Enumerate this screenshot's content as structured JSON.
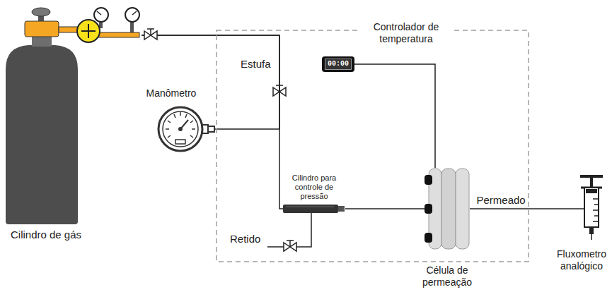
{
  "diagram": {
    "nodes": [
      {
        "text": [
          "Estufa"
        ]
      },
      {
        "text": [
          "Controlador de temperatura",
          "00:00"
        ],
        "in": 0
      },
      {
        "text": [
          "Cilindro para controle de pressão"
        ],
        "in": 0
      },
      {
        "text": [
          "Célula de permeação"
        ],
        "in": 0
      },
      {
        "text": [
          "Cilindro de gás"
        ]
      },
      {
        "text": [
          "Manômetro"
        ]
      },
      {
        "text": [
          "Fluxometro analógico"
        ]
      }
    ],
    "edges": [
      {
        "from": 4,
        "to": 5,
        "arrow": "none"
      },
      {
        "from": 4,
        "to": 2,
        "arrow": "none"
      },
      {
        "from": 2,
        "to": 3,
        "arrow": "none"
      },
      {
        "from": 1,
        "to": 3,
        "arrow": "none"
      },
      {
        "from": 3,
        "to": 6,
        "label": "Permeado",
        "arrow": "none"
      }
    ],
    "labels": [
      "Retido"
    ]
  }
}
